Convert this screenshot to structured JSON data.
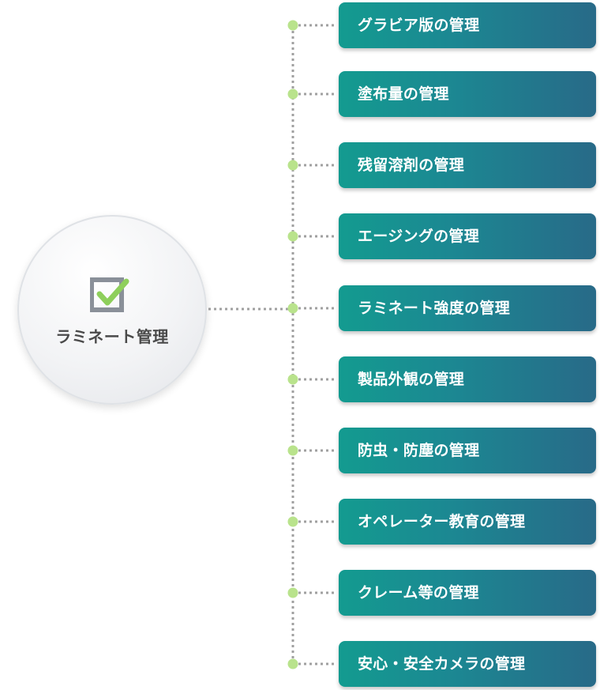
{
  "center": {
    "label": "ラミネート管理",
    "icon": "checkbox-check-icon",
    "colors": {
      "box": "#8a9099",
      "check": "#8ecf5b"
    }
  },
  "items": [
    {
      "label": "グラビア版の管理"
    },
    {
      "label": "塗布量の管理"
    },
    {
      "label": "残留溶剤の管理"
    },
    {
      "label": "エージングの管理"
    },
    {
      "label": "ラミネート強度の管理"
    },
    {
      "label": "製品外観の管理"
    },
    {
      "label": "防虫・防塵の管理"
    },
    {
      "label": "オペレーター教育の管理"
    },
    {
      "label": "クレーム等の管理"
    },
    {
      "label": "安心・安全カメラの管理"
    }
  ],
  "colors": {
    "card_gradient_start": "#139b90",
    "card_gradient_end": "#286a88",
    "card_text": "#ffffff",
    "connector_dots": "#a0a0a0",
    "node": "#b9e38c"
  }
}
